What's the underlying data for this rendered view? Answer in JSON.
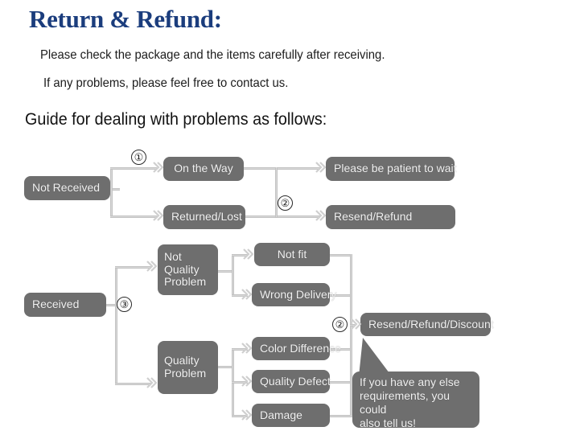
{
  "header": {
    "title": "Return & Refund:",
    "line1": "Please check the package and the items carefully after receiving.",
    "line2": "If any problems, please feel free to contact us.",
    "guide": "Guide for dealing with problems as follows:"
  },
  "colors": {
    "title": "#1b3d7d",
    "node_fill": "#6e6e6e",
    "node_text": "#f2f2f2",
    "connector": "#d9d9d9",
    "background": "#ffffff"
  },
  "flow": {
    "nodes": {
      "not_received": "Not Received",
      "on_the_way": "On the Way",
      "returned_lost": "Returned/Lost",
      "please_wait": "Please be patient to wait",
      "resend_refund": "Resend/Refund",
      "received": "Received",
      "not_quality_problem": "Not Quality Problem",
      "quality_problem": "Quality Problem",
      "not_fit": "Not fit",
      "wrong_delivery": "Wrong Delivery",
      "color_difference": "Color Difference",
      "quality_defect": "Quality Defect",
      "damage": "Damage",
      "resend_refund_discount": "Resend/Refund/Discount"
    },
    "steps": {
      "step1": "①",
      "step2_top": "②",
      "step3": "③",
      "step2_bottom": "②"
    },
    "bubble": {
      "line1": "If you have any else",
      "line2": "requirements, you could",
      "line3": "also tell us!"
    }
  }
}
